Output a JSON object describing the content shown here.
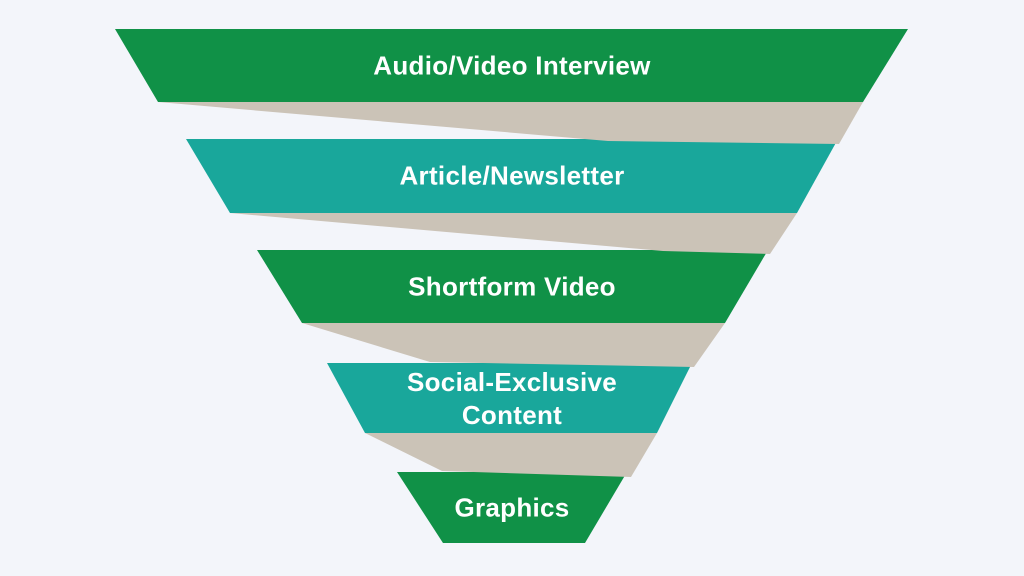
{
  "page": {
    "background_color": "#F3F5FA"
  },
  "funnel": {
    "type": "funnel",
    "direction": "widest-at-top",
    "shadow_color": "#CBC3B7",
    "text_color": "#FFFFFF",
    "levels": [
      {
        "label": "Audio/Video Interview",
        "color": "#109147",
        "color_name": "green"
      },
      {
        "label": "Article/Newsletter",
        "color": "#19A79B",
        "color_name": "teal"
      },
      {
        "label": "Shortform Video",
        "color": "#109147",
        "color_name": "green"
      },
      {
        "label": "Social-Exclusive Content",
        "color": "#19A79B",
        "color_name": "teal"
      },
      {
        "label": "Graphics",
        "color": "#109147",
        "color_name": "green"
      }
    ]
  }
}
